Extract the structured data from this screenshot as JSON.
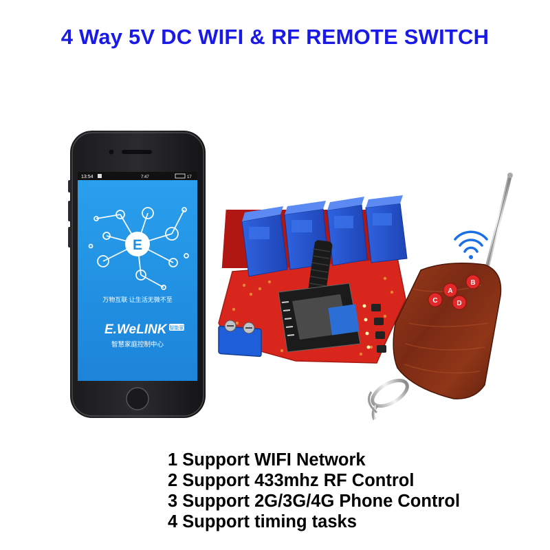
{
  "title": "4 Way 5V DC WIFI & RF REMOTE SWITCH",
  "phone": {
    "status_time": "13:54",
    "status_right": "7:47",
    "status_battery": "17",
    "slogan": "万物互联 让生活无微不至",
    "brand": "E.WeLINK",
    "brand_badge": "智能家",
    "brand_sub": "智慧家庭控制中心"
  },
  "remote": {
    "buttons": [
      "A",
      "B",
      "C",
      "D"
    ]
  },
  "features": [
    "1 Support WIFI Network",
    "2 Support 433mhz RF Control",
    "3 Support 2G/3G/4G Phone Control",
    "4 Support timing tasks"
  ],
  "colors": {
    "title": "#1a1ae6",
    "screen": "#1e8fe0",
    "relay": "#2a59d6",
    "pcb": "#d9261c",
    "remote_body": "#7a2a16",
    "remote_button": "#e02a2a",
    "wifi": "#1a6fe6"
  }
}
